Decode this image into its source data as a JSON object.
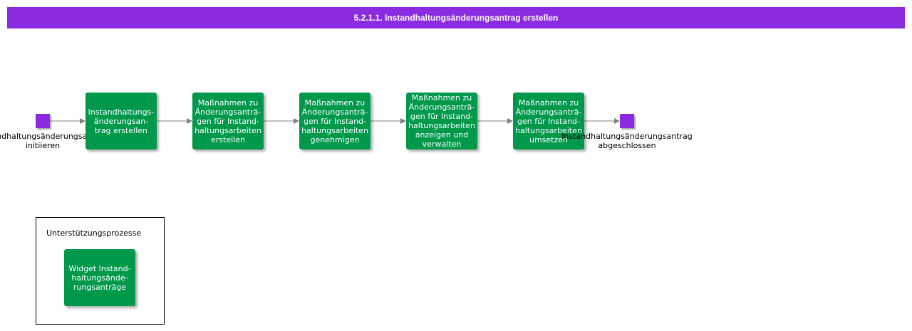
{
  "title": "5.2.1.1. Instandhaltungsänderungsantrag erstellen",
  "colors": {
    "title_bar": "#8a2be2",
    "event": "#8a2be2",
    "process": "#00994c",
    "arrow": "#808080"
  },
  "start_event": {
    "label_line1": "Instandhaltungsänderungsantrag",
    "label_line2": "initiieren"
  },
  "end_event": {
    "label_line1": "Instandhaltungsänderungsantrag",
    "label_line2": "abgeschlossen"
  },
  "processes": [
    {
      "lines": [
        "Instandhaltungs-",
        "änderungsan-",
        "trag erstellen"
      ]
    },
    {
      "lines": [
        "Maßnahmen zu",
        "Änderungsanträ-",
        "gen für Instand-",
        "haltungsarbeiten",
        "erstellen"
      ]
    },
    {
      "lines": [
        "Maßnahmen zu",
        "Änderungsanträ-",
        "gen für Instand-",
        "haltungsarbeiten",
        "genehmigen"
      ]
    },
    {
      "lines": [
        "Maßnahmen zu",
        "Änderungsanträ-",
        "gen für Instand-",
        "haltungsarbeiten",
        "anzeigen und",
        "verwalten"
      ]
    },
    {
      "lines": [
        "Maßnahmen zu",
        "Änderungsanträ-",
        "gen für Instand-",
        "haltungsarbeiten",
        "umsetzen"
      ]
    }
  ],
  "support": {
    "title": "Unterstützungsprozesse",
    "widget": {
      "lines": [
        "Widget Instand-",
        "haltungsände-",
        "rungsanträge"
      ]
    }
  }
}
